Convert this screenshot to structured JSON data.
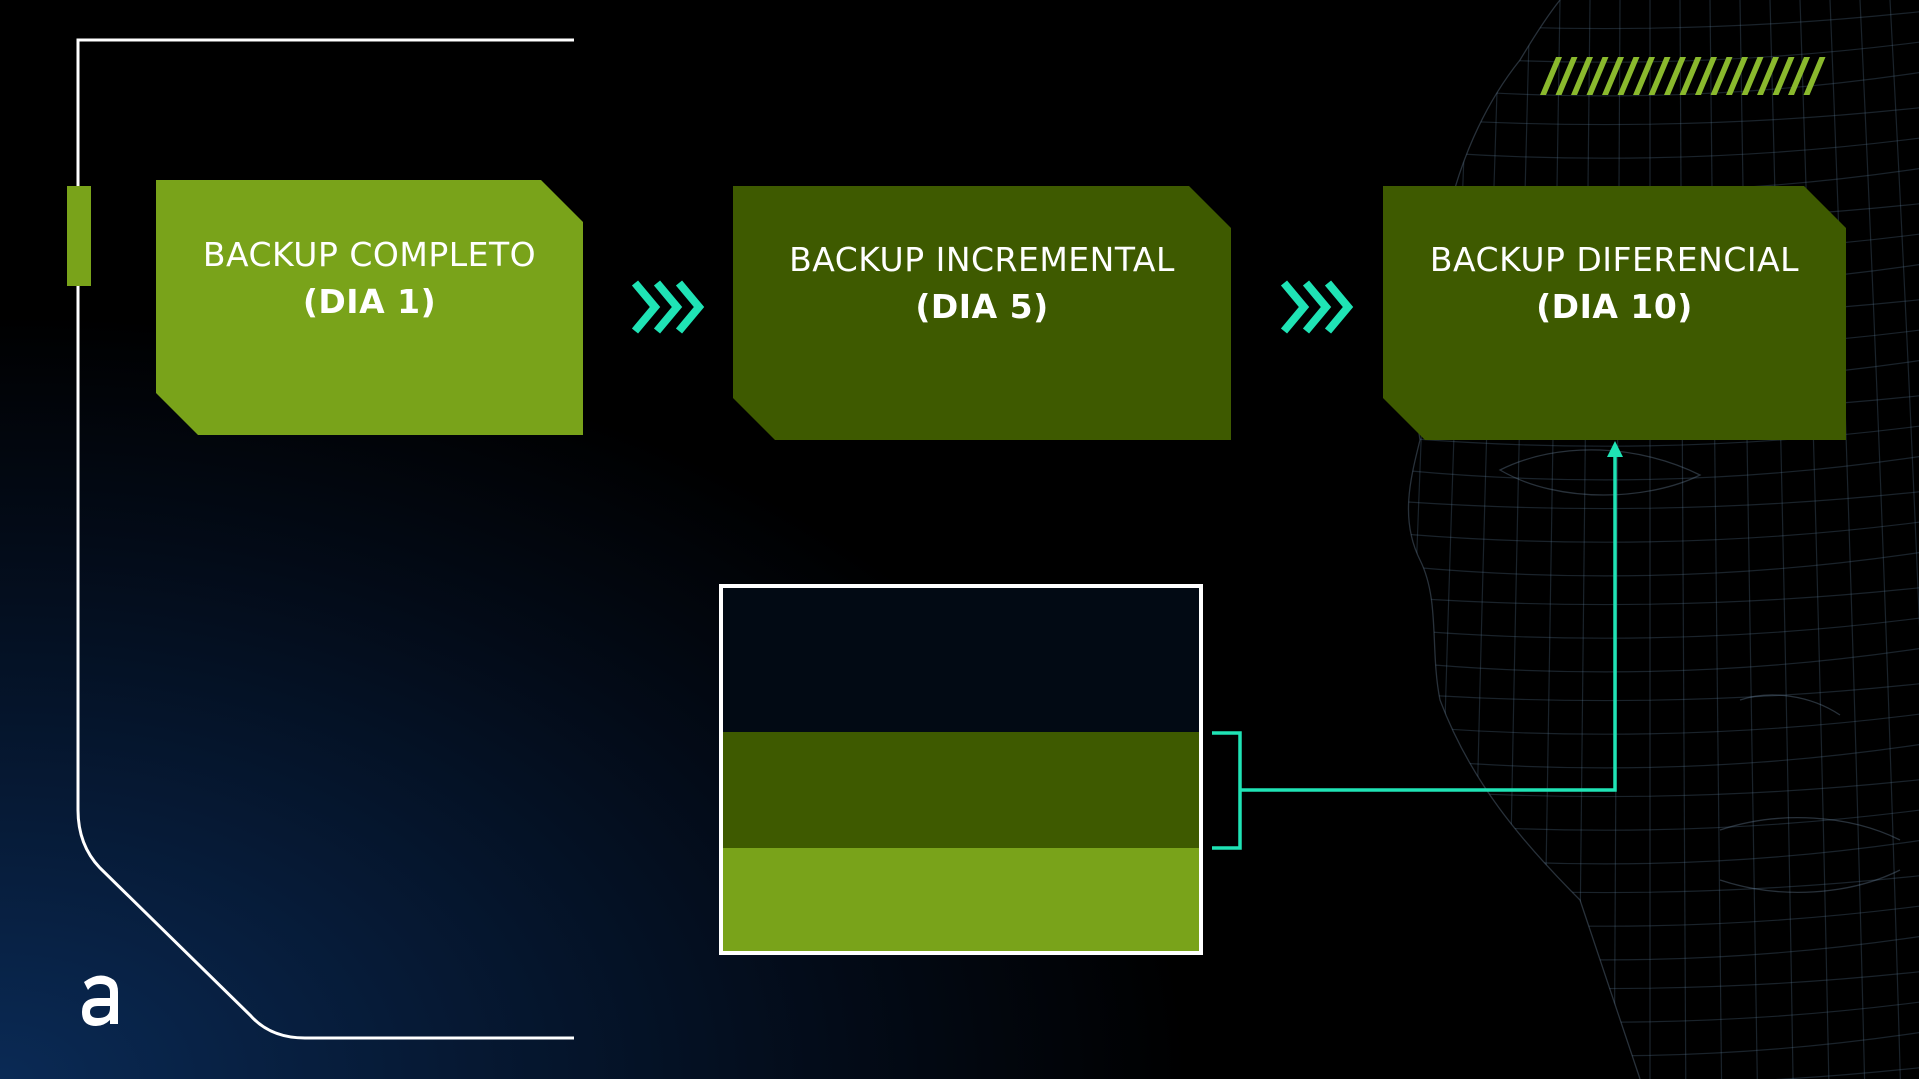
{
  "colors": {
    "bright_green": "#79a31a",
    "dark_green": "#3e5a00",
    "teal": "#1fe3b5",
    "frame_white": "#ffffff",
    "stripe_green": "#8ab92d"
  },
  "boxes": [
    {
      "title": "BACKUP COMPLETO",
      "day": "(DIA 1)",
      "color": "#79a31a"
    },
    {
      "title": "BACKUP INCREMENTAL",
      "day": "(DIA 5)",
      "color": "#3e5a00"
    },
    {
      "title": "BACKUP DIFERENCIAL",
      "day": "(DIA 10)",
      "color": "#3e5a00"
    }
  ],
  "icons": {
    "arrow": "triple-chevron-right-icon",
    "logo": "a-letter-logo-icon",
    "stripes": "diagonal-stripes-icon",
    "face": "wireframe-face-icon"
  },
  "stack_layers": [
    "empty",
    "incremental",
    "full"
  ]
}
